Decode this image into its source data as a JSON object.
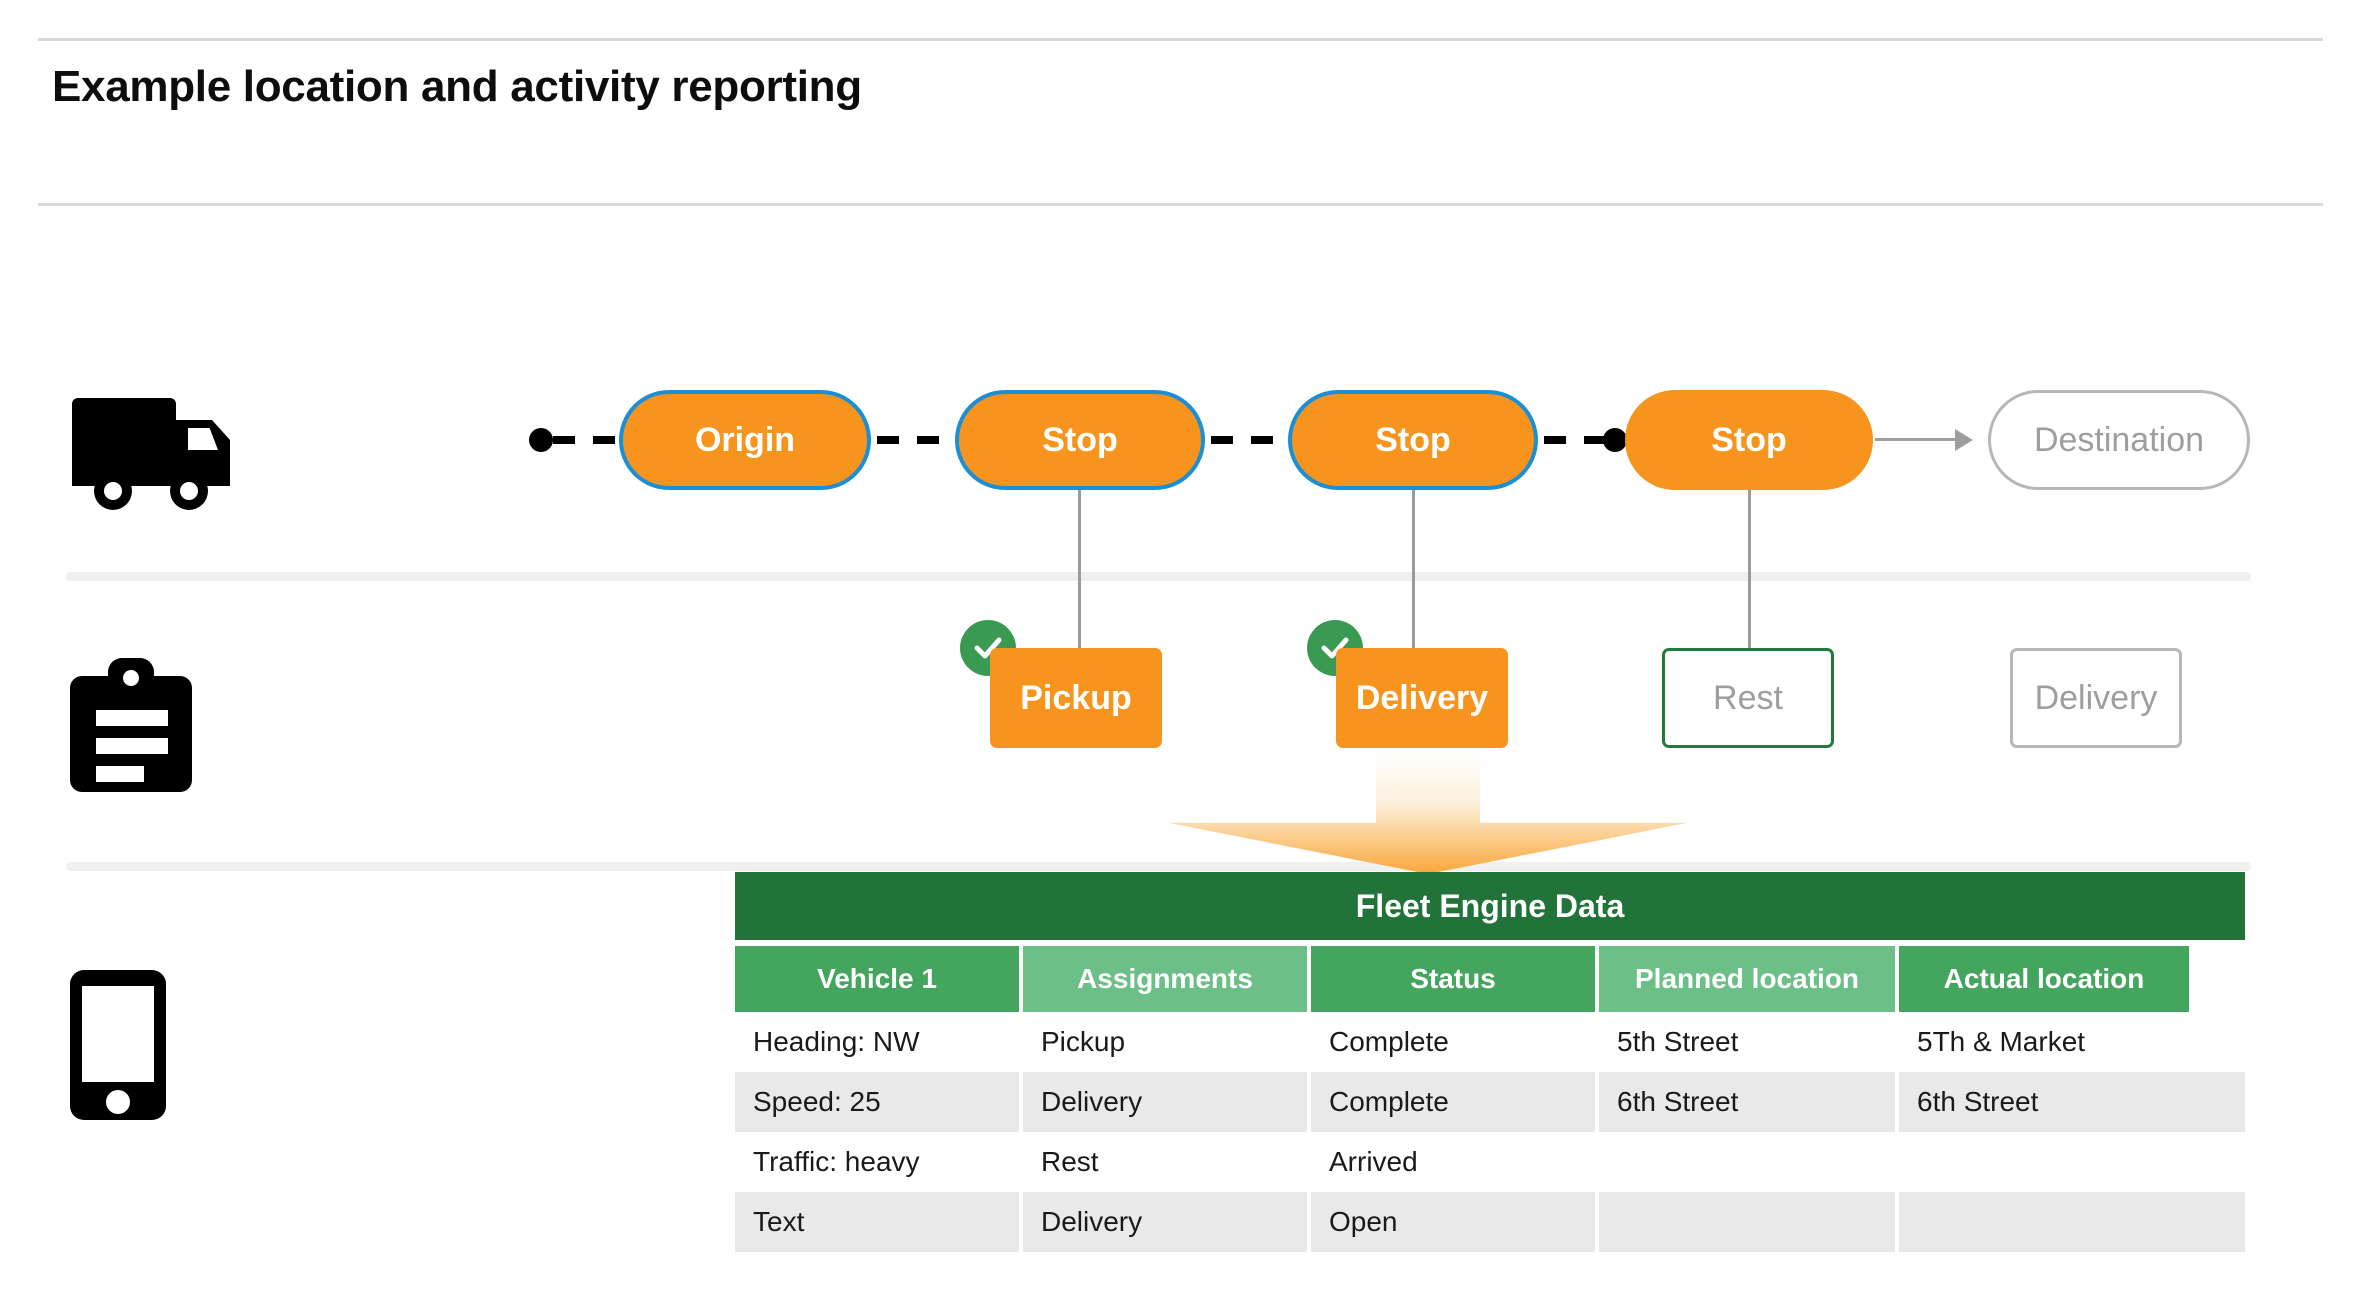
{
  "page": {
    "title": "Example location and activity reporting"
  },
  "rails": [
    {
      "icon": "truck-icon",
      "name": "vehicle-rail"
    },
    {
      "icon": "clipboard-icon",
      "name": "task-rail"
    },
    {
      "icon": "phone-icon",
      "name": "device-rail"
    }
  ],
  "route": {
    "stops": [
      {
        "label": "Origin",
        "state": "visited"
      },
      {
        "label": "Stop",
        "state": "visited"
      },
      {
        "label": "Stop",
        "state": "visited"
      },
      {
        "label": "Stop",
        "state": "current"
      },
      {
        "label": "Destination",
        "state": "pending"
      }
    ]
  },
  "activities": [
    {
      "label": "Pickup",
      "state": "complete",
      "checked": true
    },
    {
      "label": "Delivery",
      "state": "complete",
      "checked": true
    },
    {
      "label": "Rest",
      "state": "arrived",
      "checked": false
    },
    {
      "label": "Delivery",
      "state": "open",
      "checked": false
    }
  ],
  "table": {
    "title": "Fleet Engine Data",
    "columns": [
      "Vehicle 1",
      "Assignments",
      "Status",
      "Planned location",
      "Actual location"
    ],
    "rows": [
      [
        "Heading: NW",
        "Pickup",
        "Complete",
        "5th Street",
        "5Th & Market"
      ],
      [
        "Speed: 25",
        "Delivery",
        "Complete",
        "6th Street",
        "6th Street"
      ],
      [
        "Traffic: heavy",
        "Rest",
        "Arrived",
        "",
        ""
      ],
      [
        "Text",
        "Delivery",
        "Open",
        "",
        ""
      ]
    ]
  },
  "colors": {
    "orange": "#F7941D",
    "blue_border": "#1A8FD6",
    "green_dark": "#22733A",
    "green_mid": "#43A55E",
    "green_light": "#6CBF86",
    "check_green": "#3A9A51",
    "grey_text": "#9e9e9e",
    "row_alt": "#e9e9e9"
  }
}
